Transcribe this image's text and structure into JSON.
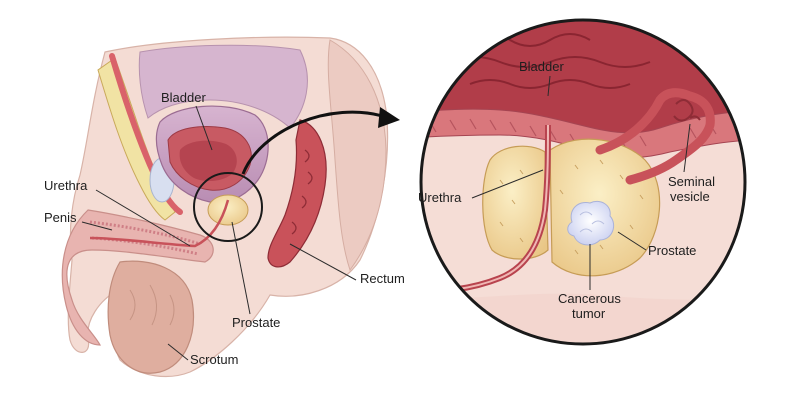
{
  "left_view": {
    "labels": {
      "bladder": "Bladder",
      "urethra": "Urethra",
      "penis": "Penis",
      "rectum": "Rectum",
      "prostate": "Prostate",
      "scrotum": "Scrotum"
    }
  },
  "zoom_view": {
    "labels": {
      "bladder": "Bladder",
      "urethra": "Urethra",
      "seminal_vesicle_line1": "Seminal",
      "seminal_vesicle_line2": "vesicle",
      "prostate": "Prostate",
      "tumor_line1": "Cancerous",
      "tumor_line2": "tumor"
    }
  },
  "colors": {
    "skin": "#f3d9d2",
    "muscle": "#c8525a",
    "bladder_fill": "#c9a3c4",
    "prostate_fill": "#f3dca3",
    "tumor_fill": "#eef0ff",
    "bone": "#f1e3a4"
  }
}
